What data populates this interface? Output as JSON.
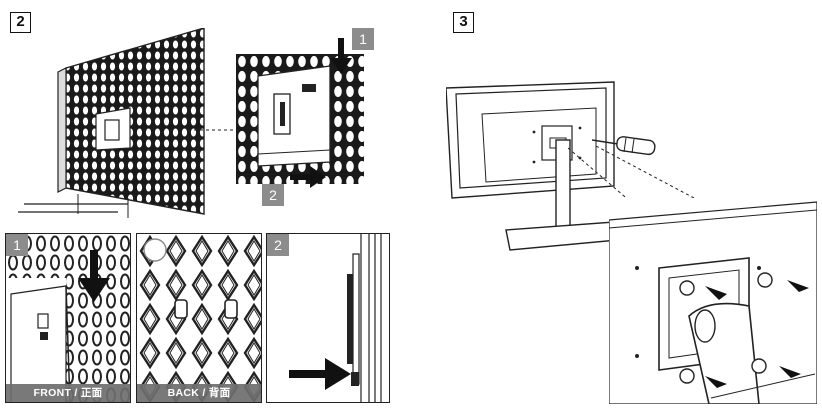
{
  "steps": {
    "step2_label": "2",
    "step3_label": "3"
  },
  "callouts": {
    "insert_down": "1",
    "slide_right": "2",
    "detail_front_tag": "1",
    "detail_side_tag": "2"
  },
  "captions": {
    "front": "FRONT / 正面",
    "back": "BACK / 背面"
  },
  "colors": {
    "line": "#222222",
    "tag_gray": "#8c8c8c",
    "arrow": "#111111"
  }
}
